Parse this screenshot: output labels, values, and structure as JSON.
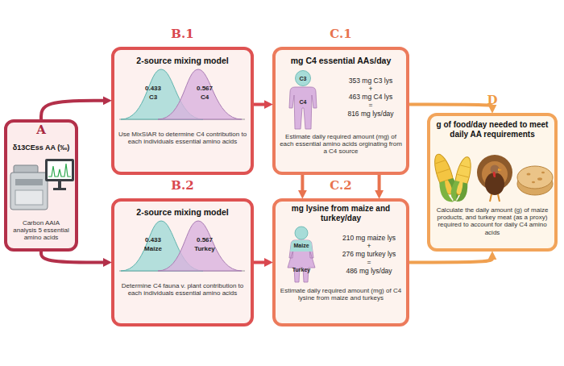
{
  "diagram": {
    "nodes": [
      {
        "text": [
          "A",
          "δ13CEss AA (‰)",
          "Carbon AAIA analysis 5 essential amino acids"
        ]
      },
      {
        "text": [
          "B.1",
          "2-source mixing model",
          "Use MixSIAR to determine C4 contribution to each individuals essential amino acids"
        ]
      },
      {
        "text": [
          "B.2",
          "2-source mixing model",
          "Determine C4 fauna v. plant contribution to each individuals essential amino acids"
        ]
      },
      {
        "text": [
          "C.1",
          "mg C4 essential AAs/day",
          "Estimate daily required amount (mg) of each essential amino acids orginating from a C4 source"
        ]
      },
      {
        "text": [
          "C.2",
          "mg lysine from maize and turkey/day",
          "Estimate daily required amount (mg) of C4 lysine from maize and turkeys"
        ]
      },
      {
        "text": [
          "D",
          "g of food/day needed to meet daily AA requirements",
          "Calculate the daily amount (g) of maize products, and turkey meat (as a proxy) required to account for daily C4 amino acids"
        ]
      }
    ],
    "edges": [
      {
        "from": 0,
        "to": 1,
        "arrow": "to"
      },
      {
        "from": 0,
        "to": 2,
        "arrow": "to"
      },
      {
        "from": 1,
        "to": 3,
        "arrow": "to"
      },
      {
        "from": 2,
        "to": 4,
        "arrow": "to"
      },
      {
        "from": 3,
        "to": 4,
        "arrow": "to"
      },
      {
        "from": 3,
        "to": 4,
        "arrow": "to"
      },
      {
        "from": 3,
        "to": 5,
        "arrow": "to"
      },
      {
        "from": 4,
        "to": 5,
        "arrow": "to"
      }
    ],
    "labels": [
      "0.433",
      "C3",
      "0.567",
      "C4",
      "0.433",
      "Maize",
      "0.567",
      "Turkey",
      "C3",
      "C4",
      "353 mg C3 lys",
      "+",
      "463 mg C4 lys",
      "=",
      "816 mg lys/day",
      "Maize",
      "Turkey",
      "210 mg maize lys",
      "+",
      "276 mg turkey lys",
      "=",
      "486 mg lys/day"
    ]
  }
}
